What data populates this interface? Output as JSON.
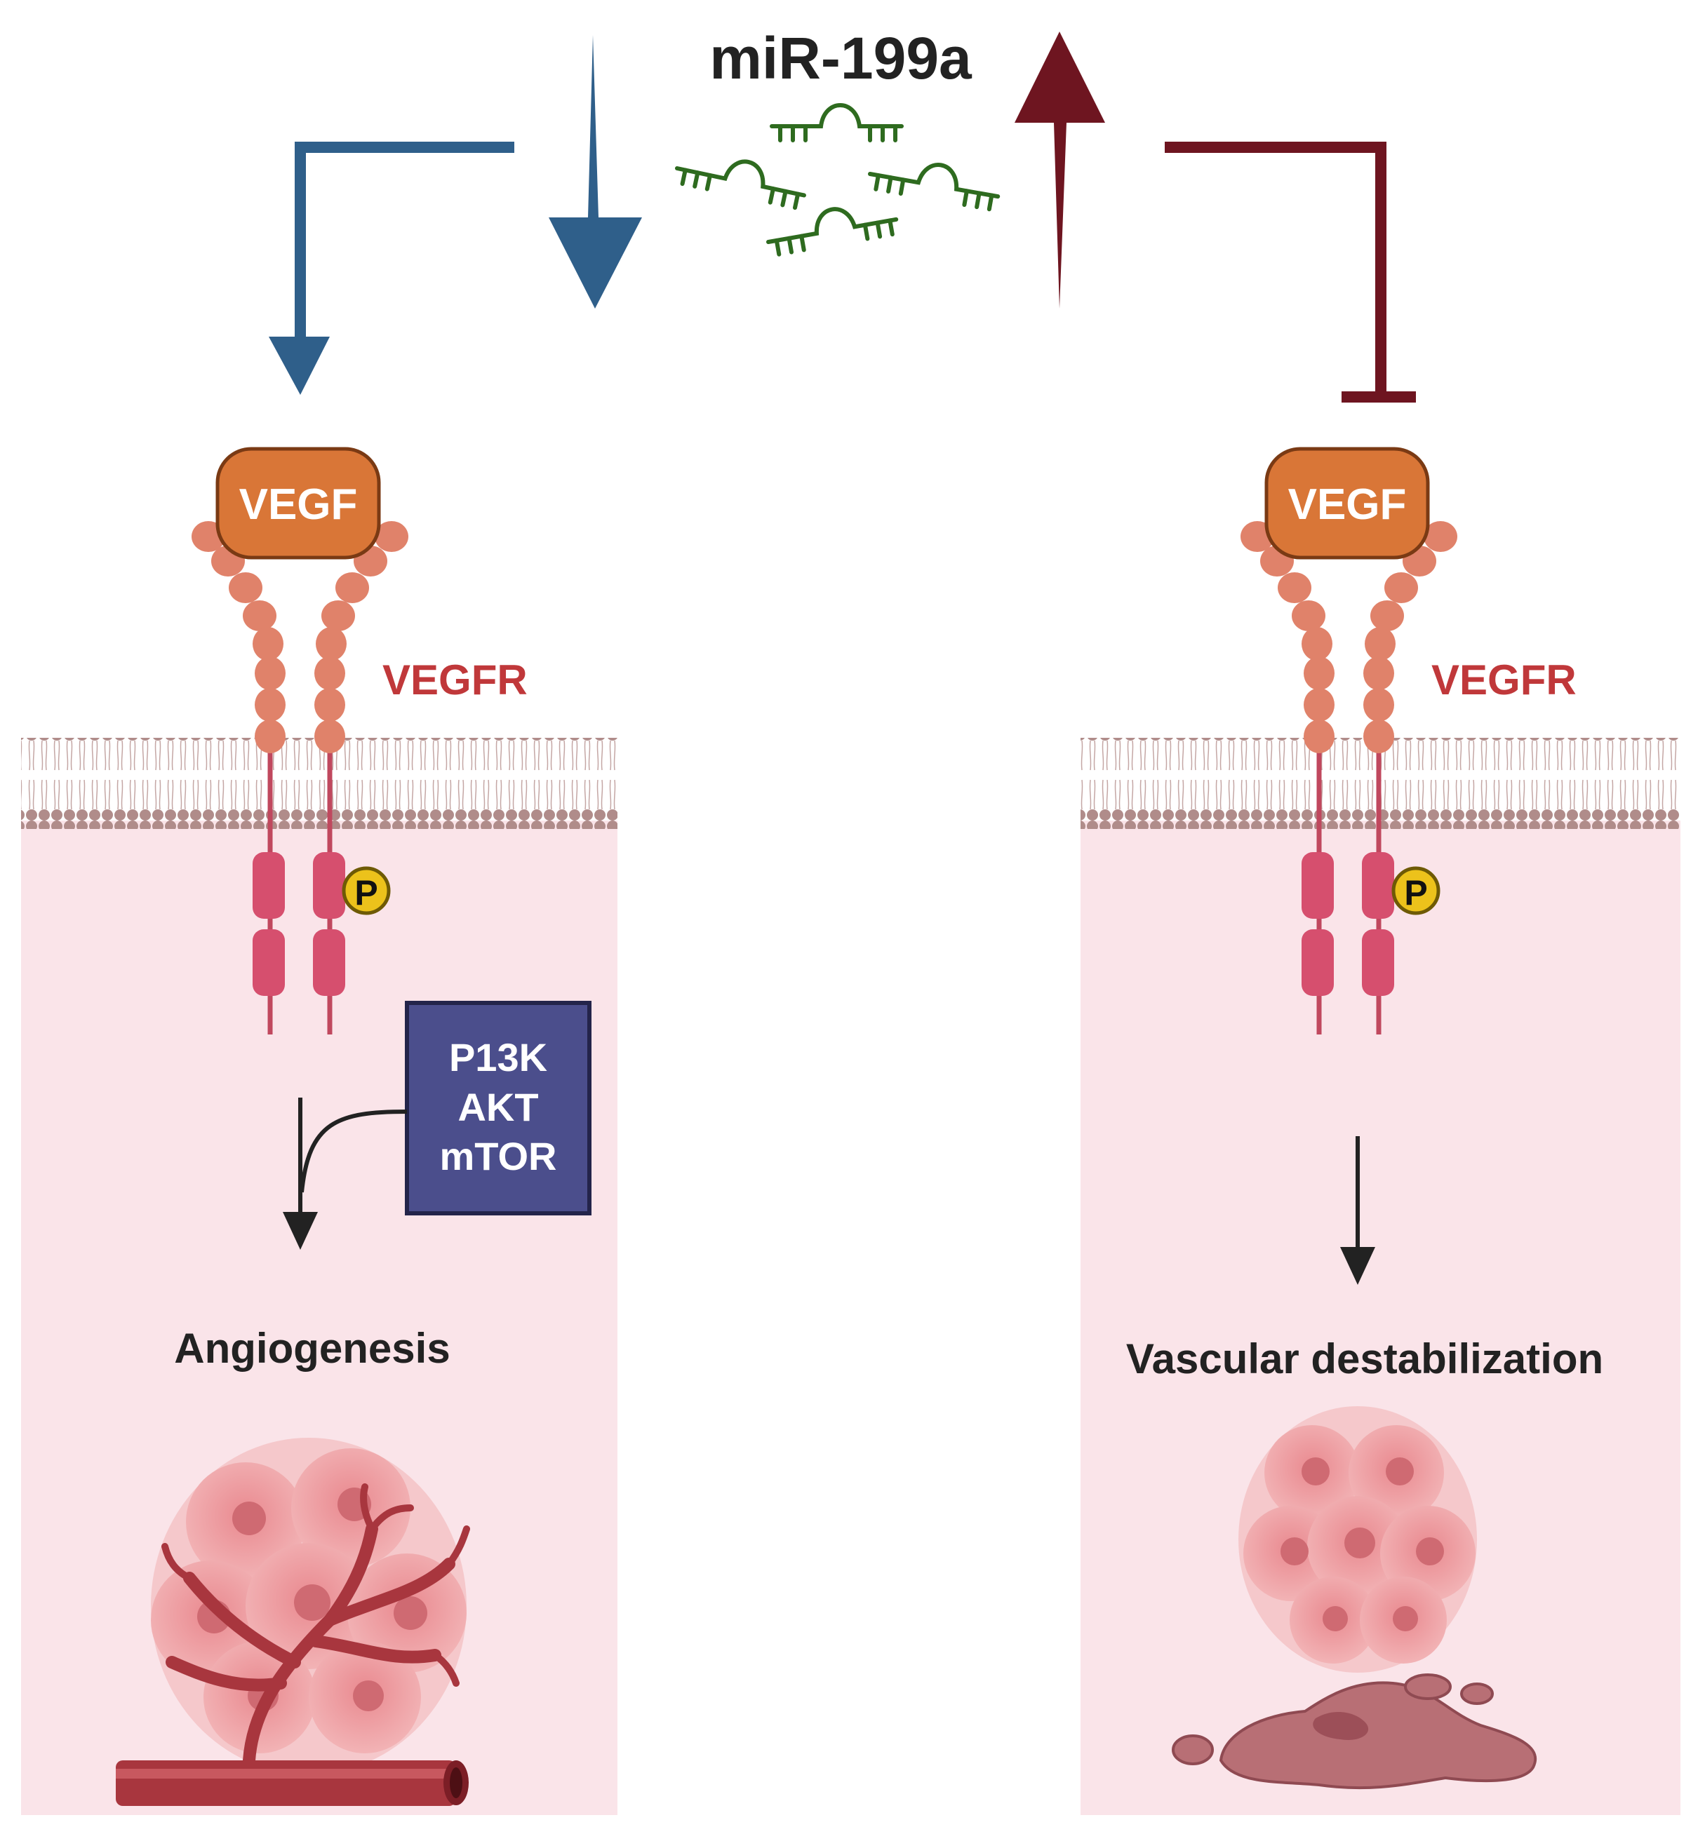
{
  "title": "miR-199a",
  "ligand_label": "VEGF",
  "receptor_label": "VEGFR",
  "phospho_label": "P",
  "pathway_box": {
    "lines": [
      "P13K",
      "AKT",
      "mTOR"
    ]
  },
  "left_panel": {
    "direction": "down",
    "outcome": "Angiogenesis"
  },
  "right_panel": {
    "direction": "up",
    "outcome": "Vascular destabilization"
  },
  "colors": {
    "down_arrow": "#2f5f8a",
    "up_arrow": "#6e1520",
    "mirna": "#2e6b1f",
    "vegf": "#d97637",
    "receptor_bead": "#e0826a",
    "intracellular_domain": "#d64f6e",
    "phosphate": "#ecc21b",
    "pathway_box": "#4b4e8c",
    "cytoplasm": "#fae4e9",
    "membrane": "#b08c8a",
    "receptor_text": "#c0383a",
    "tumor": "#e89a9e",
    "vessel": "#a8363e"
  }
}
